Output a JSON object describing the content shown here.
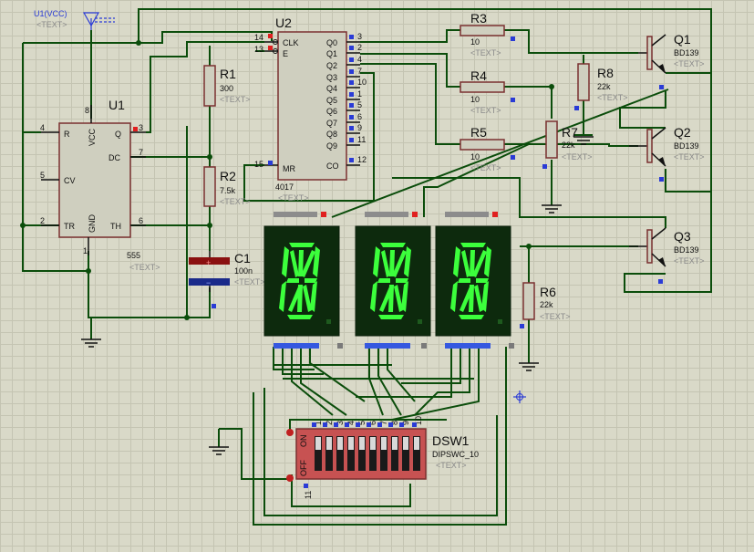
{
  "power": {
    "label": "U1(VCC)",
    "text": "<TEXT>"
  },
  "u1": {
    "ref": "U1",
    "value": "555",
    "text": "<TEXT>",
    "pins": {
      "r": "R",
      "vcc": "VCC",
      "q": "Q",
      "dc": "DC",
      "cv": "CV",
      "tr": "TR",
      "gnd": "GND",
      "th": "TH"
    },
    "pin_numbers": {
      "p4": "4",
      "p8": "8",
      "p3": "3",
      "p7": "7",
      "p5": "5",
      "p2": "2",
      "p6": "6",
      "p1": "1"
    }
  },
  "u2": {
    "ref": "U2",
    "value": "4017",
    "text": "<TEXT>",
    "left_pins": [
      "CLK",
      "E",
      "MR"
    ],
    "left_pin_numbers": [
      "14",
      "13",
      "15"
    ],
    "right_pins": [
      "Q0",
      "Q1",
      "Q2",
      "Q3",
      "Q4",
      "Q5",
      "Q6",
      "Q7",
      "Q8",
      "Q9",
      "CO"
    ],
    "right_pin_numbers": [
      "3",
      "2",
      "4",
      "7",
      "10",
      "1",
      "5",
      "6",
      "9",
      "11",
      "12"
    ]
  },
  "resistors": [
    {
      "ref": "R1",
      "value": "300",
      "text": "<TEXT>"
    },
    {
      "ref": "R2",
      "value": "7.5k",
      "text": "<TEXT>"
    },
    {
      "ref": "R3",
      "value": "10",
      "text": "<TEXT>"
    },
    {
      "ref": "R4",
      "value": "10",
      "text": "<TEXT>"
    },
    {
      "ref": "R5",
      "value": "10",
      "text": "<TEXT>"
    },
    {
      "ref": "R6",
      "value": "22k",
      "text": "<TEXT>"
    },
    {
      "ref": "R7",
      "value": "22k",
      "text": "<TEXT>"
    },
    {
      "ref": "R8",
      "value": "22k",
      "text": "<TEXT>"
    }
  ],
  "capacitor": {
    "ref": "C1",
    "value": "100n",
    "text": "<TEXT>"
  },
  "transistors": [
    {
      "ref": "Q1",
      "value": "BD139",
      "text": "<TEXT>"
    },
    {
      "ref": "Q2",
      "value": "BD139",
      "text": "<TEXT>"
    },
    {
      "ref": "Q3",
      "value": "BD139",
      "text": "<TEXT>"
    }
  ],
  "dipswitch": {
    "ref": "DSW1",
    "value": "DIPSWC_10",
    "text": "<TEXT>",
    "on_label": "ON",
    "off_label": "OFF",
    "top_pins": [
      "1",
      "2",
      "3",
      "4",
      "5",
      "6",
      "7",
      "8",
      "9",
      "10"
    ],
    "bottom_pin": "11"
  },
  "colors": {
    "wire": "#0b4d0b",
    "segment_on": "#3cff3c",
    "pin_marker": "#2a3bd6",
    "background": "#d9d9c8"
  }
}
